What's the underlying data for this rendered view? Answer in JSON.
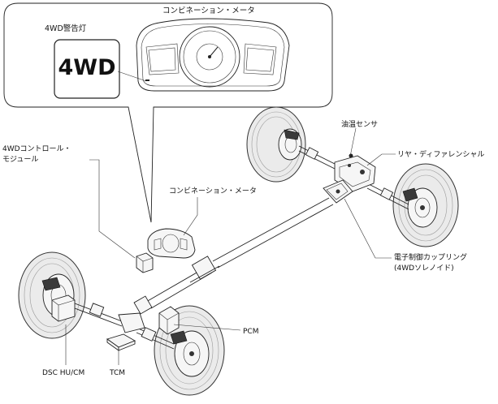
{
  "callout": {
    "cluster_title": "コンビネーション・メータ",
    "warning_lamp_label": "4WD警告灯",
    "warning_lamp_text": "4WD"
  },
  "labels": {
    "control_module": [
      "4WDコントロール・",
      "モジュール"
    ],
    "combination_meter": "コンビネーション・メータ",
    "oil_temp_sensor": "油温センサ",
    "rear_differential": "リヤ・ディファレンシャル",
    "coupling": [
      "電子制御カップリング",
      "(4WDソレノイド)"
    ],
    "pcm": "PCM",
    "dsc": "DSC HU/CM",
    "tcm": "TCM"
  }
}
